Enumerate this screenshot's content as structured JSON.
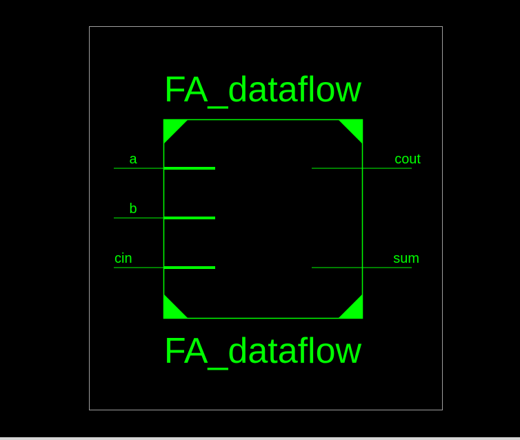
{
  "symbol": {
    "name_top": "FA_dataflow",
    "name_bottom": "FA_dataflow",
    "inputs": [
      {
        "name": "a",
        "bus": true
      },
      {
        "name": "b",
        "bus": true
      },
      {
        "name": "cin",
        "bus": true
      }
    ],
    "outputs": [
      {
        "name": "cout",
        "bus": false
      },
      {
        "name": "sum",
        "bus": false
      }
    ]
  },
  "colors": {
    "background": "#000000",
    "symbol": "#00ff00",
    "frame": "#a0a0a0"
  }
}
